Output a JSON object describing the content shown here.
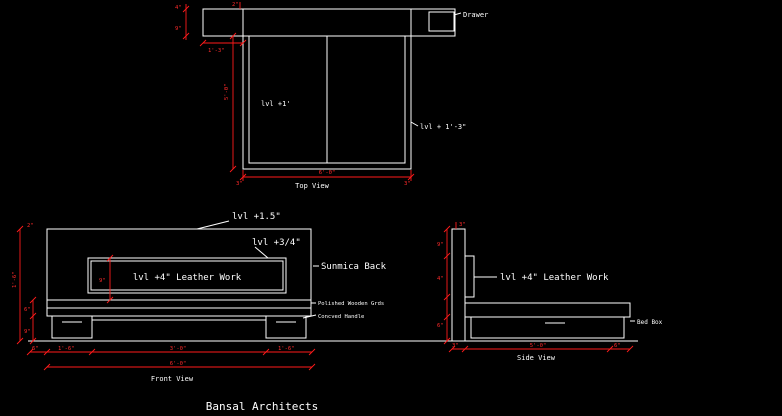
{
  "palette": {
    "background": "#000000",
    "line": "#ffffff",
    "dimension": "#ff1a1a"
  },
  "top_view": {
    "title": "Top View",
    "drawer": "Drawer",
    "lvl_inner": "lvl +1'",
    "lvl_right": "lvl + 1'-3\"",
    "dims": {
      "a": "4\"",
      "b": "9\"",
      "top": "2\"",
      "strip": "1'-3\"",
      "side": "5'-0\"",
      "bottom_total": "6'-0\"",
      "bottom_l": "3\"",
      "bottom_r": "3\""
    }
  },
  "front_view": {
    "title": "Front View",
    "lvl_1_5": "lvl +1.5\"",
    "lvl_3_4": "lvl +3/4\"",
    "leather": "lvl +4\"  Leather Work",
    "sunmica": "Sunmica Back",
    "grids": "Polished Wooden Grds",
    "handle": "Concved Handle",
    "dims": {
      "height": "1'-6\"",
      "corner": "2\"",
      "h2": "6\"",
      "h3": "9\"",
      "panel": "9\"",
      "b1": "6\"",
      "b2": "1'-6\"",
      "b3": "3'-0\"",
      "b4": "1'-6\"",
      "total": "6'-0\""
    }
  },
  "side_view": {
    "title": "Side View",
    "leather": "lvl +4\"  Leather Work",
    "bed_box": "Bed Box",
    "dims": {
      "v1": "9\"",
      "v2": "4\"",
      "v3": "6\"",
      "top": "3\"",
      "b1": "3\"",
      "total": "5'-0\"",
      "b2": "6\""
    }
  },
  "footer": {
    "firm": "Bansal Architects"
  }
}
